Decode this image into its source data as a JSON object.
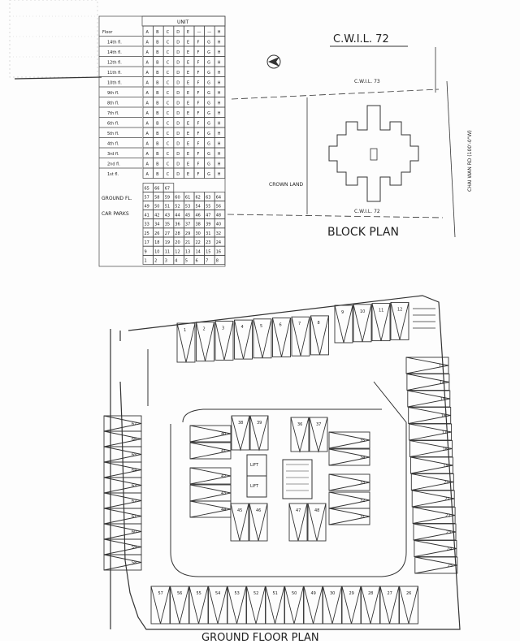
{
  "table": {
    "unit_header": "UNIT",
    "floor_header": "Floor",
    "unit_letters": [
      "A",
      "B",
      "C",
      "D",
      "E",
      "—",
      "—",
      "H"
    ],
    "unit_letters_std": [
      "A",
      "B",
      "C",
      "D",
      "E",
      "F",
      "G",
      "H"
    ],
    "floors": [
      "14th fl.",
      "14th fl.",
      "12th fl.",
      "11th fl.",
      "10th fl.",
      "9th fl.",
      "8th fl.",
      "7th fl.",
      "6th fl.",
      "5th fl.",
      "4th fl.",
      "3rd fl.",
      "2nd fl.",
      "1st fl."
    ],
    "ground_label": "GROUND FL.",
    "car_label": "CAR PARKS",
    "ground_row1": [
      "65",
      "66",
      "67"
    ],
    "ground_row2": [
      "57",
      "58",
      "59",
      "60",
      "61",
      "62",
      "63",
      "64"
    ],
    "ground_row3": [
      "49",
      "50",
      "51",
      "52",
      "53",
      "54",
      "55",
      "56"
    ],
    "car_rows": [
      [
        "41",
        "42",
        "43",
        "44",
        "45",
        "46",
        "47",
        "48"
      ],
      [
        "33",
        "34",
        "35",
        "36",
        "37",
        "38",
        "39",
        "40"
      ],
      [
        "25",
        "26",
        "27",
        "28",
        "29",
        "30",
        "31",
        "32"
      ],
      [
        "17",
        "18",
        "19",
        "20",
        "21",
        "22",
        "23",
        "24"
      ],
      [
        "9",
        "10",
        "11",
        "12",
        "13",
        "14",
        "15",
        "16"
      ],
      [
        "1",
        "2",
        "3",
        "4",
        "5",
        "6",
        "7",
        "8"
      ]
    ],
    "highlight": "45"
  },
  "block_plan": {
    "ref_top": "C.W.I.L. 72",
    "ref_inner_top": "C.W.I.L. 73",
    "ref_inner_bottom": "C.W.I.L. 72",
    "crown_land": "CROWN LAND",
    "road": "CHAI WAN RD (100'-0\"W)",
    "title": "BLOCK PLAN"
  },
  "ground_plan": {
    "title": "GROUND FLOOR PLAN",
    "lift_label": "LIFT",
    "highlight": "45",
    "top_left_bays": [
      "1",
      "2",
      "3",
      "4",
      "5",
      "6",
      "7",
      "8"
    ],
    "top_right_bays": [
      "9",
      "10",
      "11",
      "12"
    ],
    "right_bays": [
      "13",
      "14",
      "15",
      "16",
      "17",
      "18",
      "19",
      "20",
      "21",
      "22",
      "23",
      "24",
      "25"
    ],
    "bottom_bays": [
      "57",
      "56",
      "55",
      "54",
      "53",
      "52",
      "51",
      "50",
      "49",
      "30",
      "29",
      "28",
      "27",
      "26"
    ],
    "left_bays": [
      "67",
      "66",
      "65",
      "64",
      "63",
      "62",
      "61",
      "60",
      "59",
      "58"
    ],
    "center_bays": [
      "38",
      "39",
      "40",
      "41",
      "42",
      "43",
      "44",
      "45",
      "46",
      "47",
      "48",
      "31",
      "32",
      "33",
      "34",
      "35",
      "36",
      "37"
    ]
  },
  "colors": {
    "highlight": "#f06cc8",
    "line": "#333333"
  }
}
